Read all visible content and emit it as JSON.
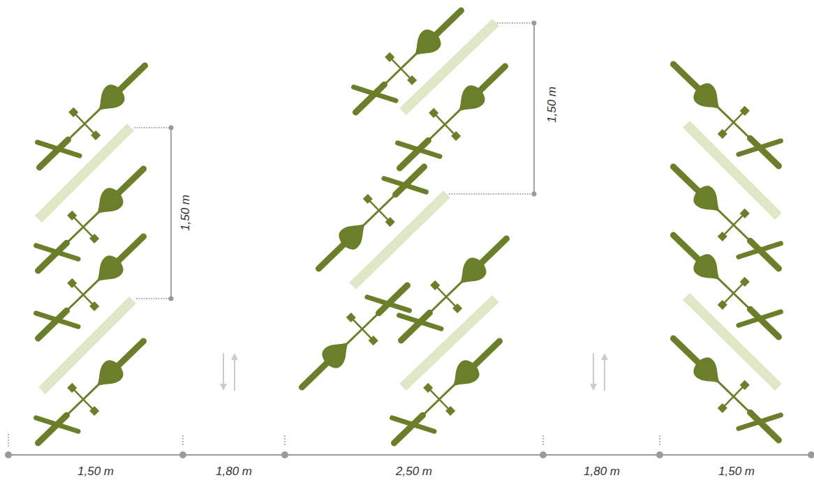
{
  "diagram": {
    "labels": [
      "1,50 m",
      "1,50 m",
      "1,50 m",
      "1,80 m",
      "2,50 m",
      "1,80 m",
      "1,50 m"
    ]
  }
}
